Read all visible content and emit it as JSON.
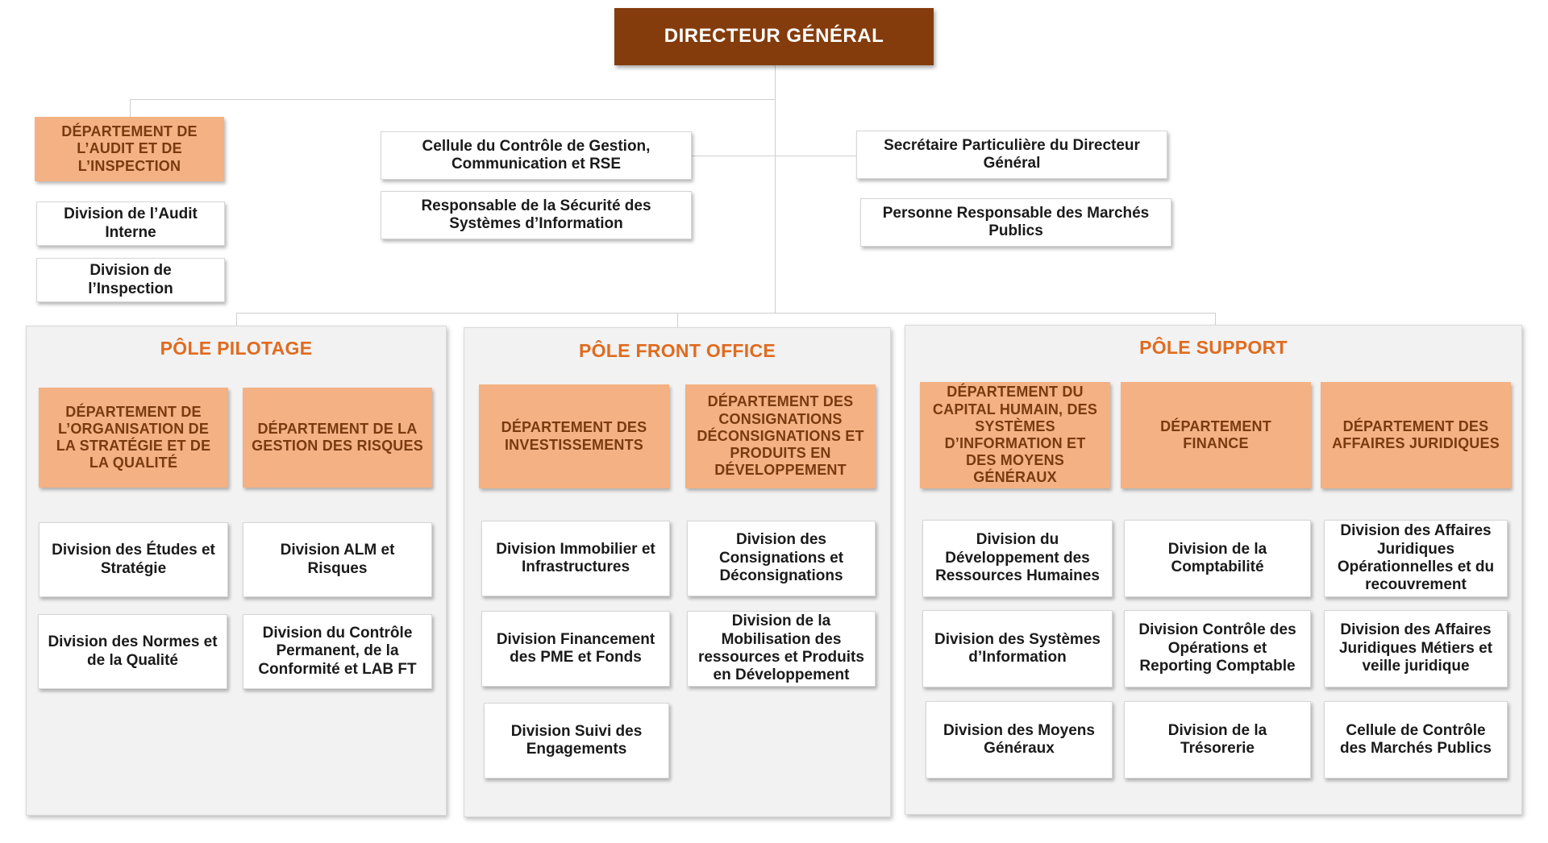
{
  "top": {
    "title": "DIRECTEUR GÉNÉRAL"
  },
  "audit": {
    "dept": "DÉPARTEMENT DE L’AUDIT ET DE L’INSPECTION",
    "divisions": [
      "Division de l’Audit Interne",
      "Division de l’Inspection"
    ]
  },
  "staff_left": [
    "Cellule du Contrôle de Gestion, Communication et RSE",
    "Responsable de la Sécurité des Systèmes d’Information"
  ],
  "staff_right": [
    "Secrétaire Particulière du Directeur Général",
    "Personne Responsable des Marchés Publics"
  ],
  "poles": [
    {
      "title": "PÔLE PILOTAGE",
      "departments": [
        {
          "name": "DÉPARTEMENT DE L’ORGANISATION DE LA STRATÉGIE ET DE LA QUALITÉ",
          "divisions": [
            "Division des Études et Stratégie",
            "Division des Normes et de la Qualité"
          ]
        },
        {
          "name": "DÉPARTEMENT DE LA GESTION DES RISQUES",
          "divisions": [
            "Division ALM  et Risques",
            "Division du Contrôle Permanent, de la Conformité et LAB FT"
          ]
        }
      ]
    },
    {
      "title": "PÔLE FRONT OFFICE",
      "departments": [
        {
          "name": "DÉPARTEMENT DES INVESTISSEMENTS",
          "divisions": [
            "Division Immobilier et Infrastructures",
            "Division Financement des PME et Fonds",
            "Division Suivi des Engagements"
          ]
        },
        {
          "name": "DÉPARTEMENT DES CONSIGNATIONS DÉCONSIGNATIONS ET PRODUITS EN DÉVELOPPEMENT",
          "divisions": [
            "Division des Consignations et Déconsignations",
            "Division de la Mobilisation des ressources et Produits en Développement"
          ]
        }
      ]
    },
    {
      "title": "PÔLE SUPPORT",
      "departments": [
        {
          "name": "DÉPARTEMENT DU CAPITAL HUMAIN, DES SYSTÈMES D’INFORMATION ET DES MOYENS GÉNÉRAUX",
          "divisions": [
            "Division du Développement des Ressources Humaines",
            "Division des Systèmes d’Information",
            "Division des Moyens Généraux"
          ]
        },
        {
          "name": "DÉPARTEMENT FINANCE",
          "divisions": [
            "Division de la Comptabilité",
            "Division Contrôle des Opérations et Reporting Comptable",
            "Division de la Trésorerie"
          ]
        },
        {
          "name": "DÉPARTEMENT DES AFFAIRES JURIDIQUES",
          "divisions": [
            "Division des Affaires Juridiques Opérationnelles et du recouvrement",
            "Division des Affaires Juridiques Métiers et veille juridique",
            "Cellule de Contrôle des Marchés Publics"
          ]
        }
      ]
    }
  ]
}
